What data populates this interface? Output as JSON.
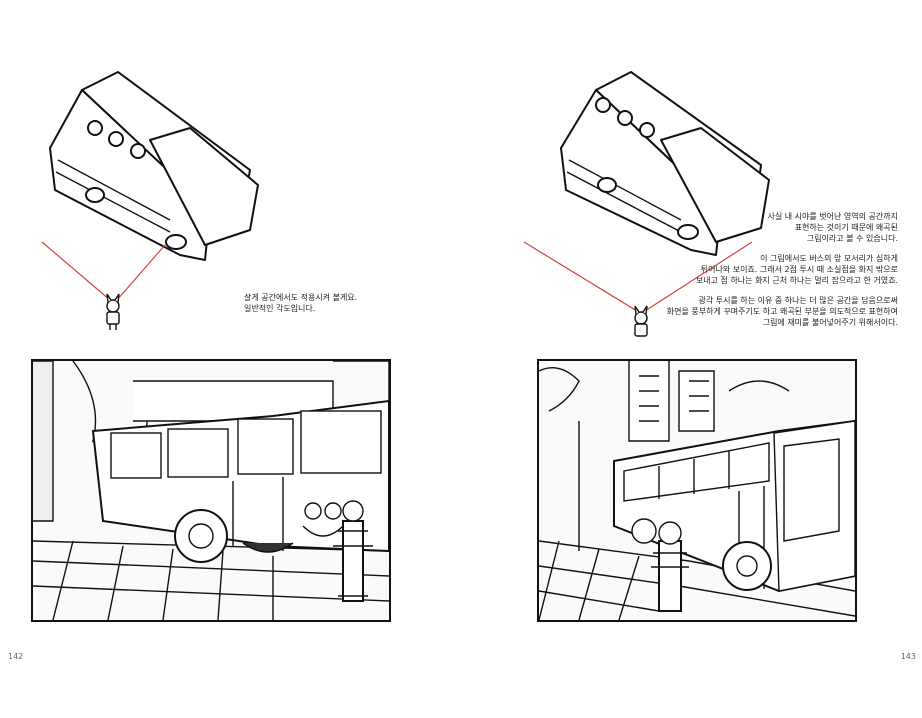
{
  "spread": {
    "left_page": {
      "page_number": "142",
      "caption": {
        "lines": [
          "살게 공간에서도 적용시켜 볼게요.",
          "일반적인 각도입니다."
        ]
      }
    },
    "right_page": {
      "page_number": "143",
      "caption": {
        "paragraphs": [
          {
            "lines": [
              "사실 내 시야를 벗어난 영역의 공간까지",
              "표현하는 것이기 때문에 왜곡된",
              "그림이라고 볼 수 있습니다."
            ]
          },
          {
            "lines": [
              "이 그림에서도 버스의 앞 모서리가 심하게",
              "튀어나와 보이죠. 그래서 2점 투시 때 소실점을 화지 밖으로",
              "보내고 점 하나는 화지 근처 하나는 멀리 잡으라고 한 거였죠."
            ]
          },
          {
            "lines": [
              "광각 투시를 하는 이유 중 하나는 더 많은 공간을 담음으로써",
              "화면을 풍부하게 꾸며주기도 하고 왜곡된 부분을 의도적으로 표현하여",
              "그림에 재미를 불어넣어주기 위해서이다."
            ]
          }
        ]
      }
    }
  },
  "colors": {
    "ink": "#111111",
    "sightline": "#d2463c",
    "page_number": "#666666"
  }
}
